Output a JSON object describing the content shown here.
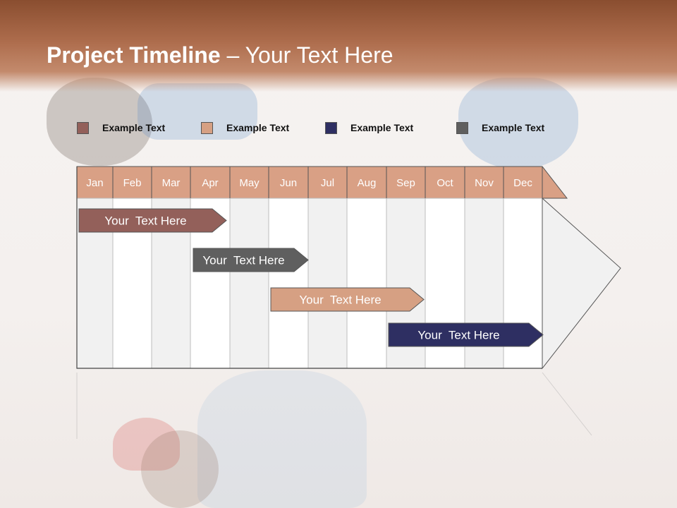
{
  "title": {
    "main": "Project Timeline",
    "rest": " – Your Text Here"
  },
  "legend": [
    {
      "label": "Example Text",
      "color": "#93605a"
    },
    {
      "label": "Example Text",
      "color": "#d6a083"
    },
    {
      "label": "Example Text",
      "color": "#2e2f62"
    },
    {
      "label": "Example Text",
      "color": "#5f5f5f"
    }
  ],
  "months": [
    "Jan",
    "Feb",
    "Mar",
    "Apr",
    "May",
    "Jun",
    "Jul",
    "Aug",
    "Sep",
    "Oct",
    "Nov",
    "Dec"
  ],
  "colors": {
    "header": "#b7785a",
    "month_bar": "#d9a085",
    "column_shaded": "#f1f1f1",
    "column_plain": "#ffffff",
    "grid_line": "#bdbdbd",
    "arrow_fill": "#f1f1f1"
  },
  "tasks": [
    {
      "label": "Your  Text Here",
      "start_month": "Jan",
      "end_month": "Apr",
      "color": "#93605a"
    },
    {
      "label": "Your  Text Here",
      "start_month": "Apr",
      "end_month": "Jun",
      "color": "#5f5f5f"
    },
    {
      "label": "Your  Text Here",
      "start_month": "Jun",
      "end_month": "Sep",
      "color": "#d6a083"
    },
    {
      "label": "Your  Text Here",
      "start_month": "Sep",
      "end_month": "Dec",
      "color": "#2e2f62"
    }
  ]
}
